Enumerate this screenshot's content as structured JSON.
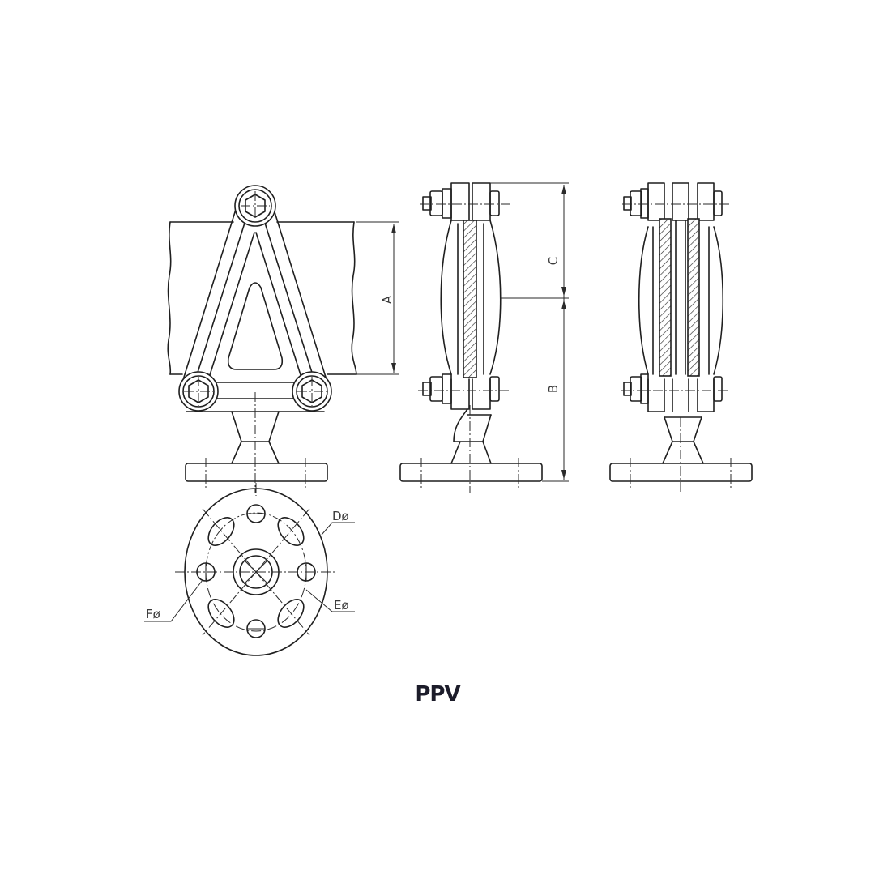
{
  "title": "PPV",
  "views": {
    "front_view": {
      "dimension_labels": [
        "A"
      ]
    },
    "side_view_single": {
      "dimension_labels": [
        "C",
        "B"
      ]
    },
    "side_view_double": {
      "dimension_labels": []
    },
    "base_plan_view": {
      "dimension_labels": [
        "Dø",
        "Eø",
        "Fø"
      ]
    }
  },
  "labels": {
    "A": "A",
    "B": "B",
    "C": "C",
    "D": "Dø",
    "E": "Eø",
    "F": "Fø"
  },
  "colors": {
    "line": "#1f1f1f",
    "title": "#1c1c2a",
    "background": "#ffffff"
  }
}
